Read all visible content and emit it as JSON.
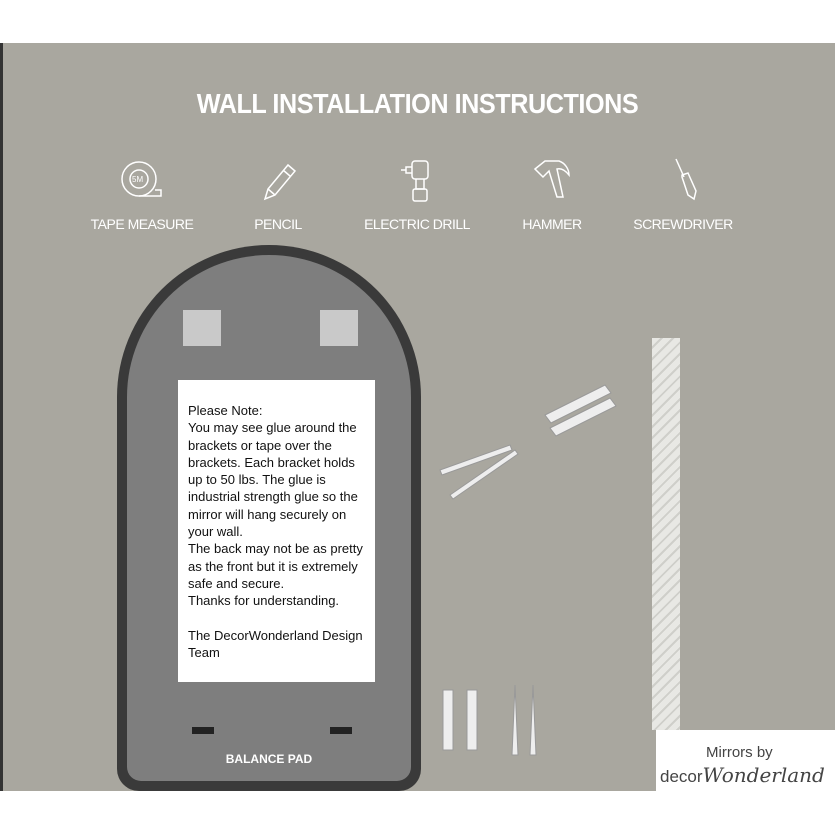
{
  "title": "WALL INSTALLATION INSTRUCTIONS",
  "tools": [
    {
      "label": "TAPE MEASURE",
      "icon": "tape-measure-icon",
      "badge": "5M"
    },
    {
      "label": "PENCIL",
      "icon": "pencil-icon"
    },
    {
      "label": "ELECTRIC DRILL",
      "icon": "drill-icon"
    },
    {
      "label": "HAMMER",
      "icon": "hammer-icon"
    },
    {
      "label": "SCREWDRIVER",
      "icon": "screwdriver-icon"
    }
  ],
  "note": "Please Note:\nYou may see glue around the brackets or tape over the brackets. Each bracket holds up to 50 lbs. The glue is industrial strength glue so the mirror will hang securely on your wall.\nThe back may not be as pretty as the front but it is extremely safe and secure.\nThanks for understanding.\n\nThe DecorWonderland Design Team",
  "balance_pad": "BALANCE PAD",
  "logo": {
    "line1": "Mirrors by",
    "prefix": "decor",
    "brand": "Wonderland"
  }
}
